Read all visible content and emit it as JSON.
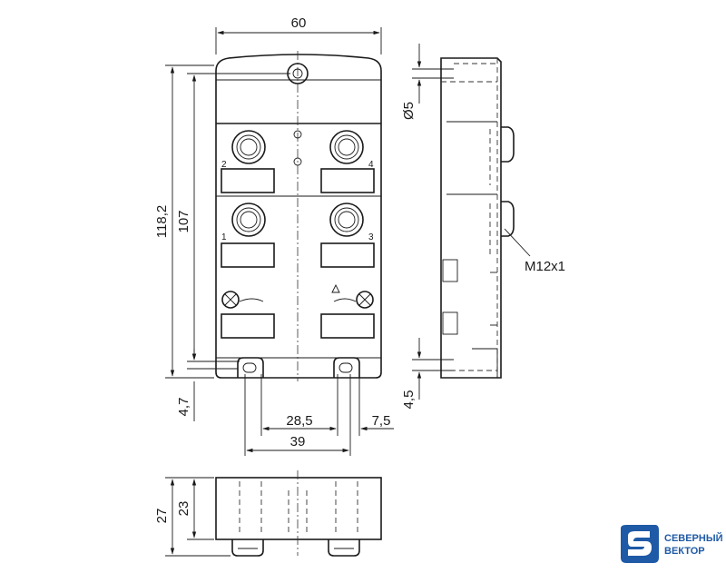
{
  "dimensions": {
    "width": "60",
    "height_total": "118,2",
    "height_inner": "107",
    "hole_offset": "4,7",
    "hole_spacing_inner": "28,5",
    "hole_offset_right": "7,5",
    "hole_spacing": "39",
    "hole_diameter": "Ø5",
    "side_offset": "4,5",
    "depth_total": "27",
    "depth_body": "23",
    "thread": "M12x1"
  },
  "ports": {
    "p1": "1",
    "p2": "2",
    "p3": "3",
    "p4": "4"
  },
  "logo": {
    "line1": "СЕВЕРНЫЙ",
    "line2": "ВЕКТОР",
    "color": "#1f5aa6"
  }
}
